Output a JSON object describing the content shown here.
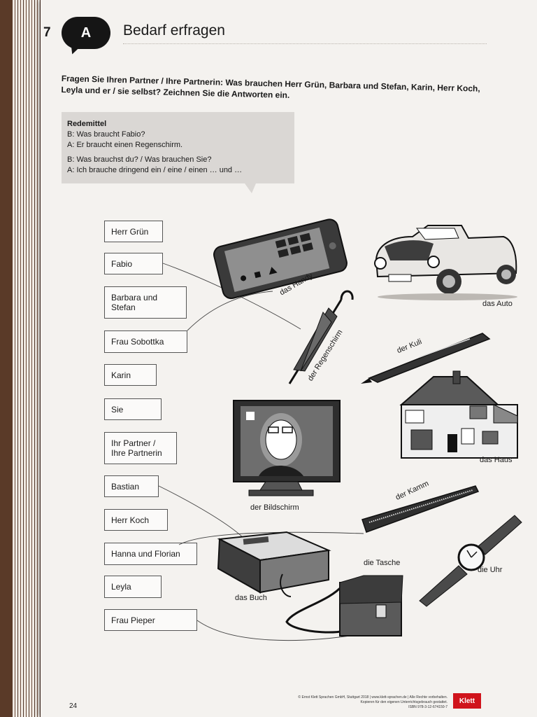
{
  "page_number_top": "7",
  "badge": "A",
  "title": "Bedarf erfragen",
  "instruction": "Fragen Sie Ihren Partner / Ihre Partnerin: Was brauchen Herr Grün, Barbara und Stefan, Karin, Herr Koch, Leyla und er / sie selbst? Zeichnen Sie die Antworten ein.",
  "redemittel": {
    "heading": "Redemittel",
    "line1": "B: Was braucht Fabio?",
    "line2": "A: Er braucht einen Regenschirm.",
    "line3": "B: Was brauchst du? / Was brauchen Sie?",
    "line4": "A: Ich brauche dringend ein / eine / einen … und …"
  },
  "names": [
    "Herr Grün",
    "Fabio",
    "Barbara und Stefan",
    "Frau Sobottka",
    "Karin",
    "Sie",
    "Ihr Partner / Ihre Partnerin",
    "Bastian",
    "Herr Koch",
    "Hanna und Florian",
    "Leyla",
    "Frau Pieper"
  ],
  "objects": {
    "handy": "das Handy",
    "auto": "das Auto",
    "regenschirm": "der Regenschirm",
    "kuli": "der Kuli",
    "bildschirm": "der Bildschirm",
    "haus": "das Haus",
    "kamm": "der Kamm",
    "uhr": "die Uhr",
    "tasche": "die Tasche",
    "buch": "das Buch"
  },
  "footer": {
    "page_number": "24",
    "copyright_line1": "© Ernst Klett Sprachen GmbH, Stuttgart 2018 | www.klett-sprachen.de | Alle Rechte vorbehalten.",
    "copyright_line2": "Kopieren für den eigenen Unterrichtsgebrauch gestattet.",
    "copyright_line3": "ISBN 978-3-12-674150-7",
    "logo": "Klett"
  },
  "colors": {
    "page": "#f4f2ef",
    "bubble": "#151515",
    "redemittel_bg": "#dad7d4",
    "publisher_red": "#d0141c"
  }
}
